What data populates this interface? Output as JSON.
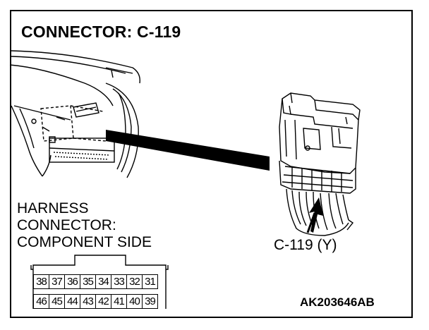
{
  "title": "CONNECTOR: C-119",
  "harness_label": {
    "line1": "HARNESS",
    "line2": "CONNECTOR:",
    "line3": "COMPONENT SIDE"
  },
  "connector_id": "C-119 (Y)",
  "figure_code": "AK203646AB",
  "pinout": {
    "top_row": [
      "38",
      "37",
      "36",
      "35",
      "34",
      "33",
      "32",
      "31"
    ],
    "bottom_row": [
      "46",
      "45",
      "44",
      "43",
      "42",
      "41",
      "40",
      "39"
    ]
  }
}
